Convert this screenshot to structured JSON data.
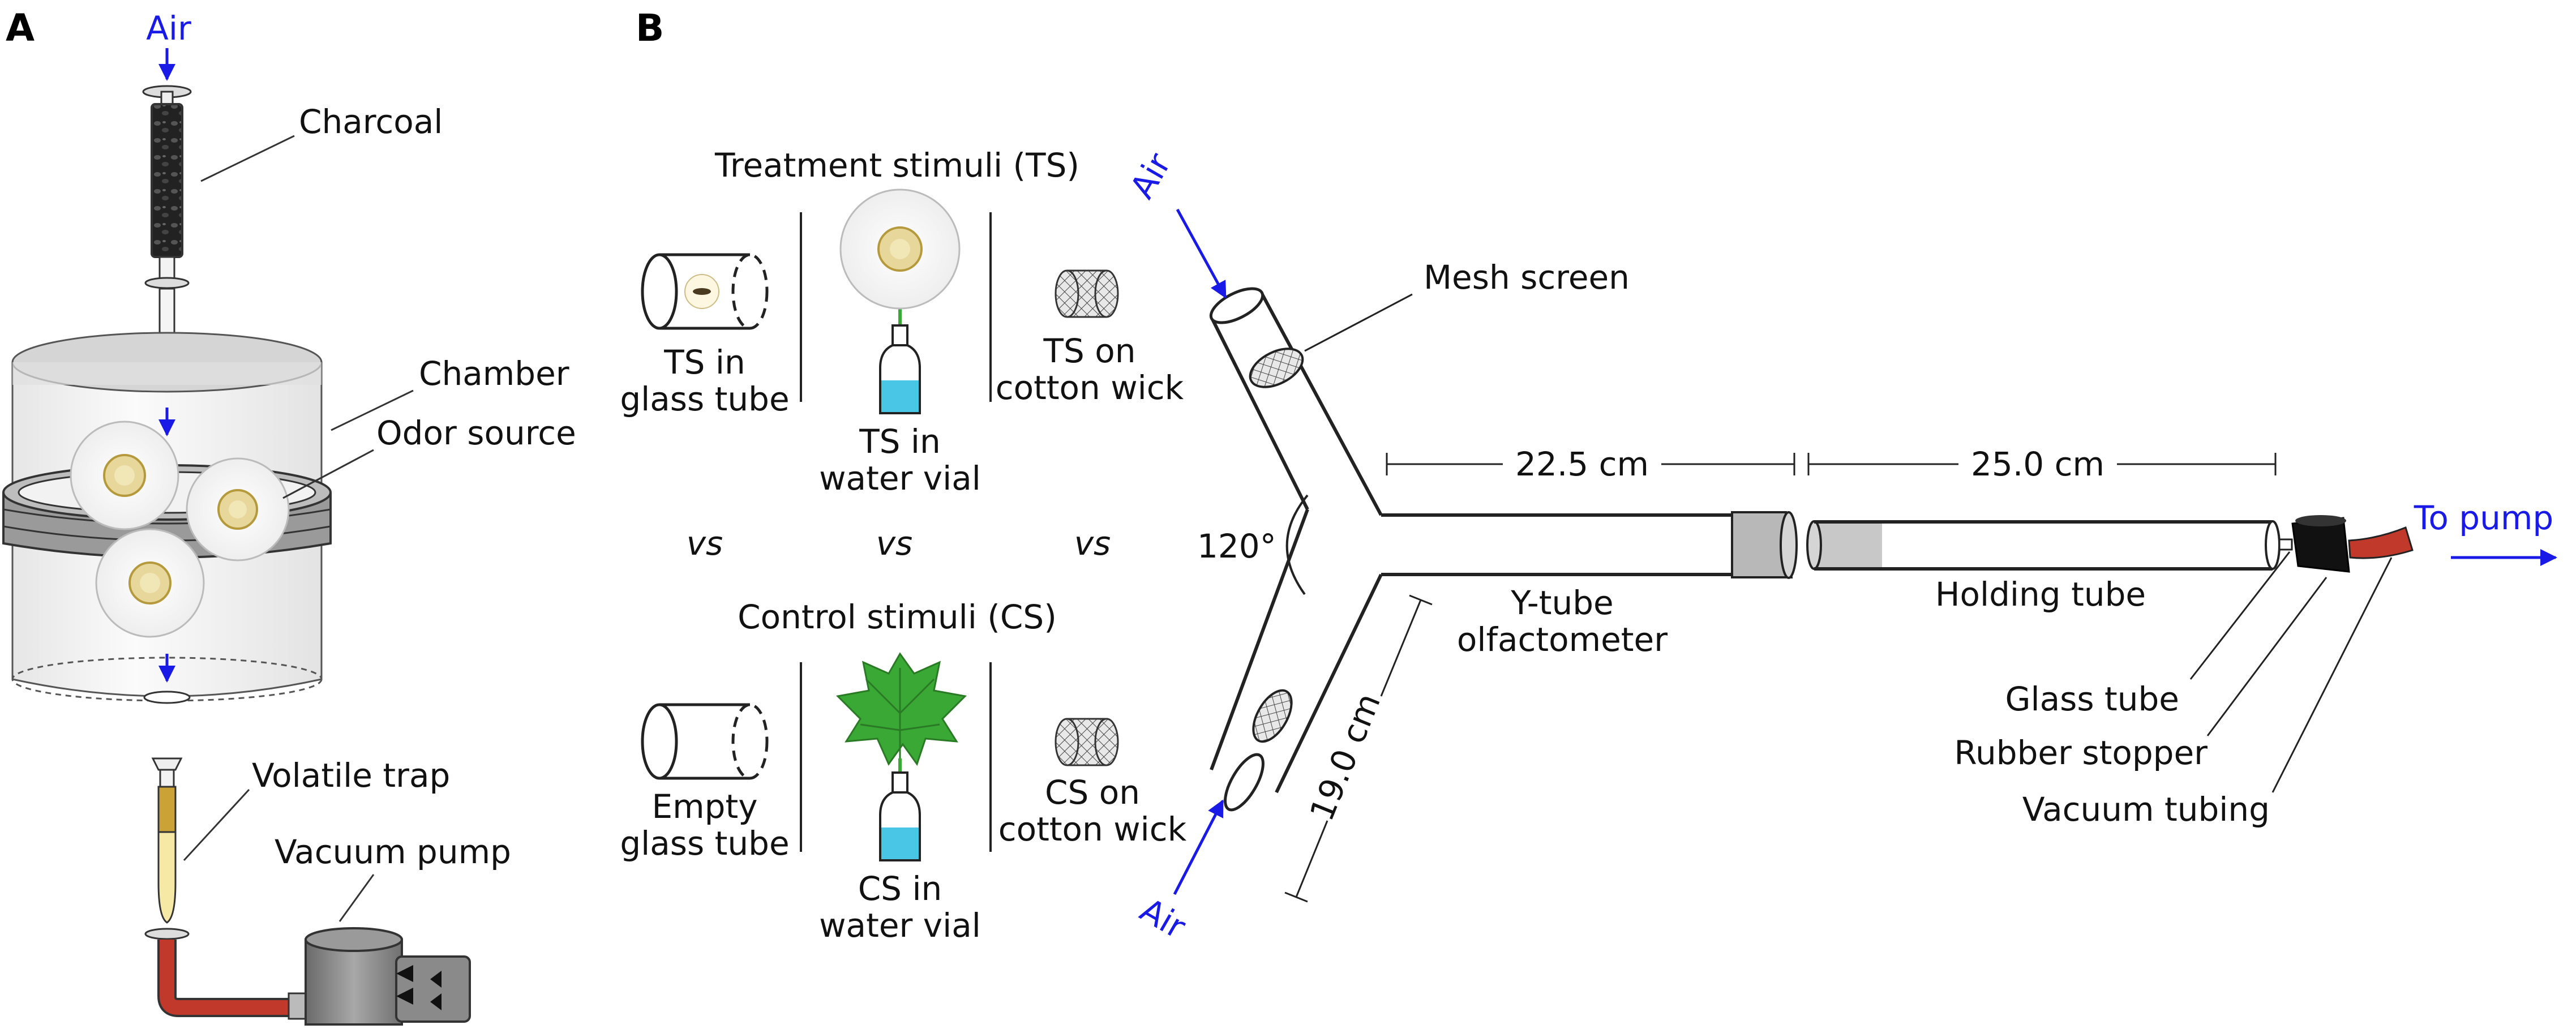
{
  "panels": {
    "a": "A",
    "b": "B"
  },
  "colors": {
    "arrow_blue": "#1a1ae6",
    "tubing_red": "#c0392b",
    "water": "#49c6e5",
    "leaf": "#3aa835",
    "charcoal": "#1a1a1a",
    "pump_gray": "#808080"
  },
  "panel_a": {
    "air": "Air",
    "charcoal": "Charcoal",
    "chamber": "Chamber",
    "odor_source": "Odor source",
    "volatile_trap": "Volatile trap",
    "vacuum_pump": "Vacuum pump"
  },
  "panel_b": {
    "treatment_heading": "Treatment stimuli (TS)",
    "control_heading": "Control stimuli (CS)",
    "ts_glass": [
      "TS in",
      "glass tube"
    ],
    "ts_vial": [
      "TS in",
      "water vial"
    ],
    "ts_wick": [
      "TS on",
      "cotton wick"
    ],
    "cs_glass": [
      "Empty",
      "glass tube"
    ],
    "cs_vial": [
      "CS in",
      "water vial"
    ],
    "cs_wick": [
      "CS on",
      "cotton wick"
    ],
    "vs": "vs",
    "air_top": "Air",
    "air_bottom": "Air",
    "mesh_screen": "Mesh screen",
    "angle": "120°",
    "dim_arm": "22.5 cm",
    "dim_holding": "25.0 cm",
    "dim_branch": "19.0 cm",
    "ytube": [
      "Y-tube",
      "olfactometer"
    ],
    "holding_tube": "Holding tube",
    "to_pump": "To pump",
    "glass_tube": "Glass tube",
    "rubber_stopper": "Rubber stopper",
    "vacuum_tubing": "Vacuum tubing"
  }
}
